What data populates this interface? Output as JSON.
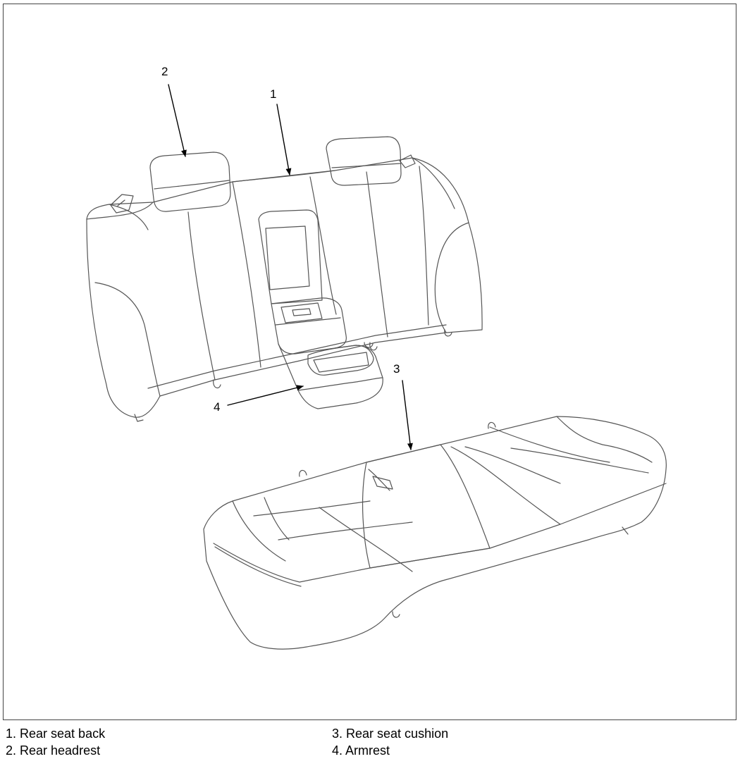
{
  "callouts": {
    "c1": "1",
    "c2": "2",
    "c3": "3",
    "c4": "4"
  },
  "legend": {
    "item1": "1. Rear seat back",
    "item2": "2. Rear headrest",
    "item3": "3. Rear seat cushion",
    "item4": "4. Armrest"
  },
  "colors": {
    "line": "#555555",
    "text": "#000000",
    "frame": "#444444"
  }
}
